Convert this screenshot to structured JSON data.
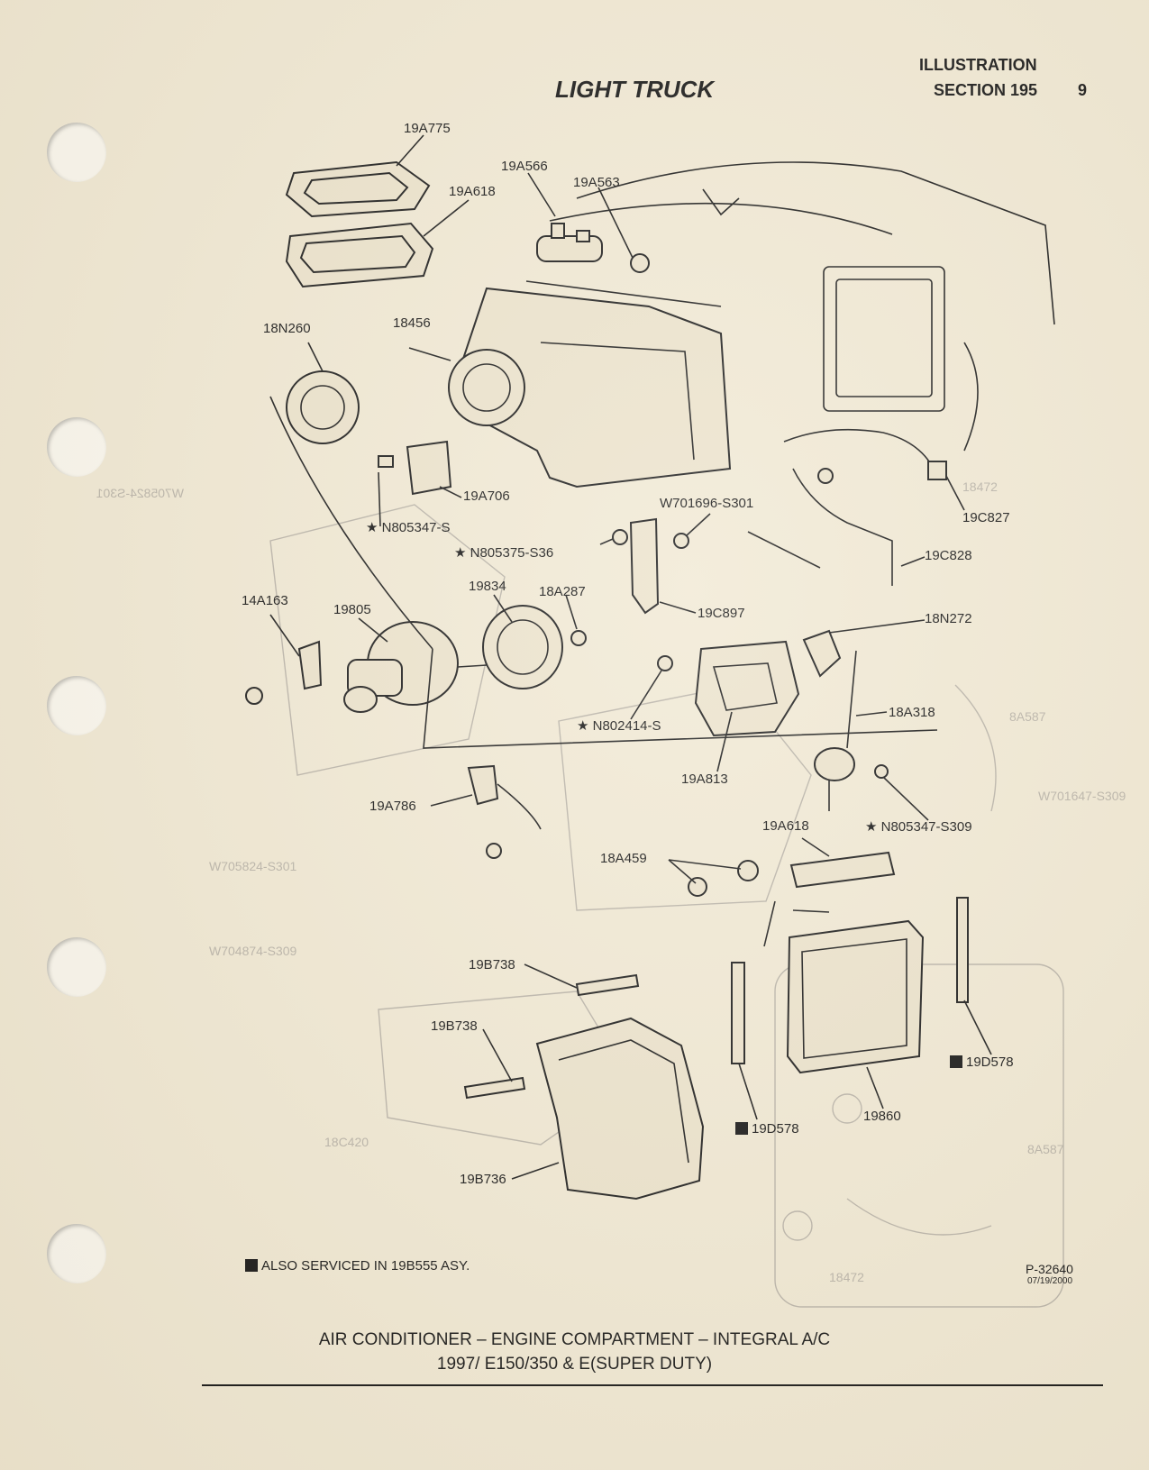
{
  "header": {
    "title": "LIGHT TRUCK",
    "illustration": "ILLUSTRATION",
    "section": "SECTION 195",
    "page_number": "9"
  },
  "parts": {
    "p19A775": "19A775",
    "p19A566": "19A566",
    "p19A563": "19A563",
    "p19A618_top": "19A618",
    "p18N260": "18N260",
    "p18456": "18456",
    "p19A706": "19A706",
    "pN805347": "N805347-S",
    "pW701696": "W701696-S301",
    "pN805375": "N805375-S36",
    "p19C827": "19C827",
    "p19C828": "19C828",
    "p19C897": "19C897",
    "p14A163": "14A163",
    "p19805": "19805",
    "p19834": "19834",
    "p18A287": "18A287",
    "p18N272": "18N272",
    "pN802414": "N802414-S",
    "p18A318": "18A318",
    "p19A813": "19A813",
    "p19A786": "19A786",
    "p19A618_low": "19A618",
    "pN805347_S309": "N805347-S309",
    "p18A459": "18A459",
    "p19B738_a": "19B738",
    "p19B738_b": "19B738",
    "p19D578_right": "19D578",
    "p19D578_left": "19D578",
    "p19860": "19860",
    "p19B736": "19B736"
  },
  "footnote": "ALSO SERVICED IN 19B555 ASY.",
  "plate_number": "P-32640",
  "plate_date": "07/19/2000",
  "caption": {
    "line1": "AIR CONDITIONER – ENGINE COMPARTMENT – INTEGRAL A/C",
    "line2": "1997/ E150/350 & E(SUPER DUTY)"
  },
  "colors": {
    "paper": "#f1e9d4",
    "ink": "#141414",
    "bleed_through": "#b9b3a8"
  }
}
